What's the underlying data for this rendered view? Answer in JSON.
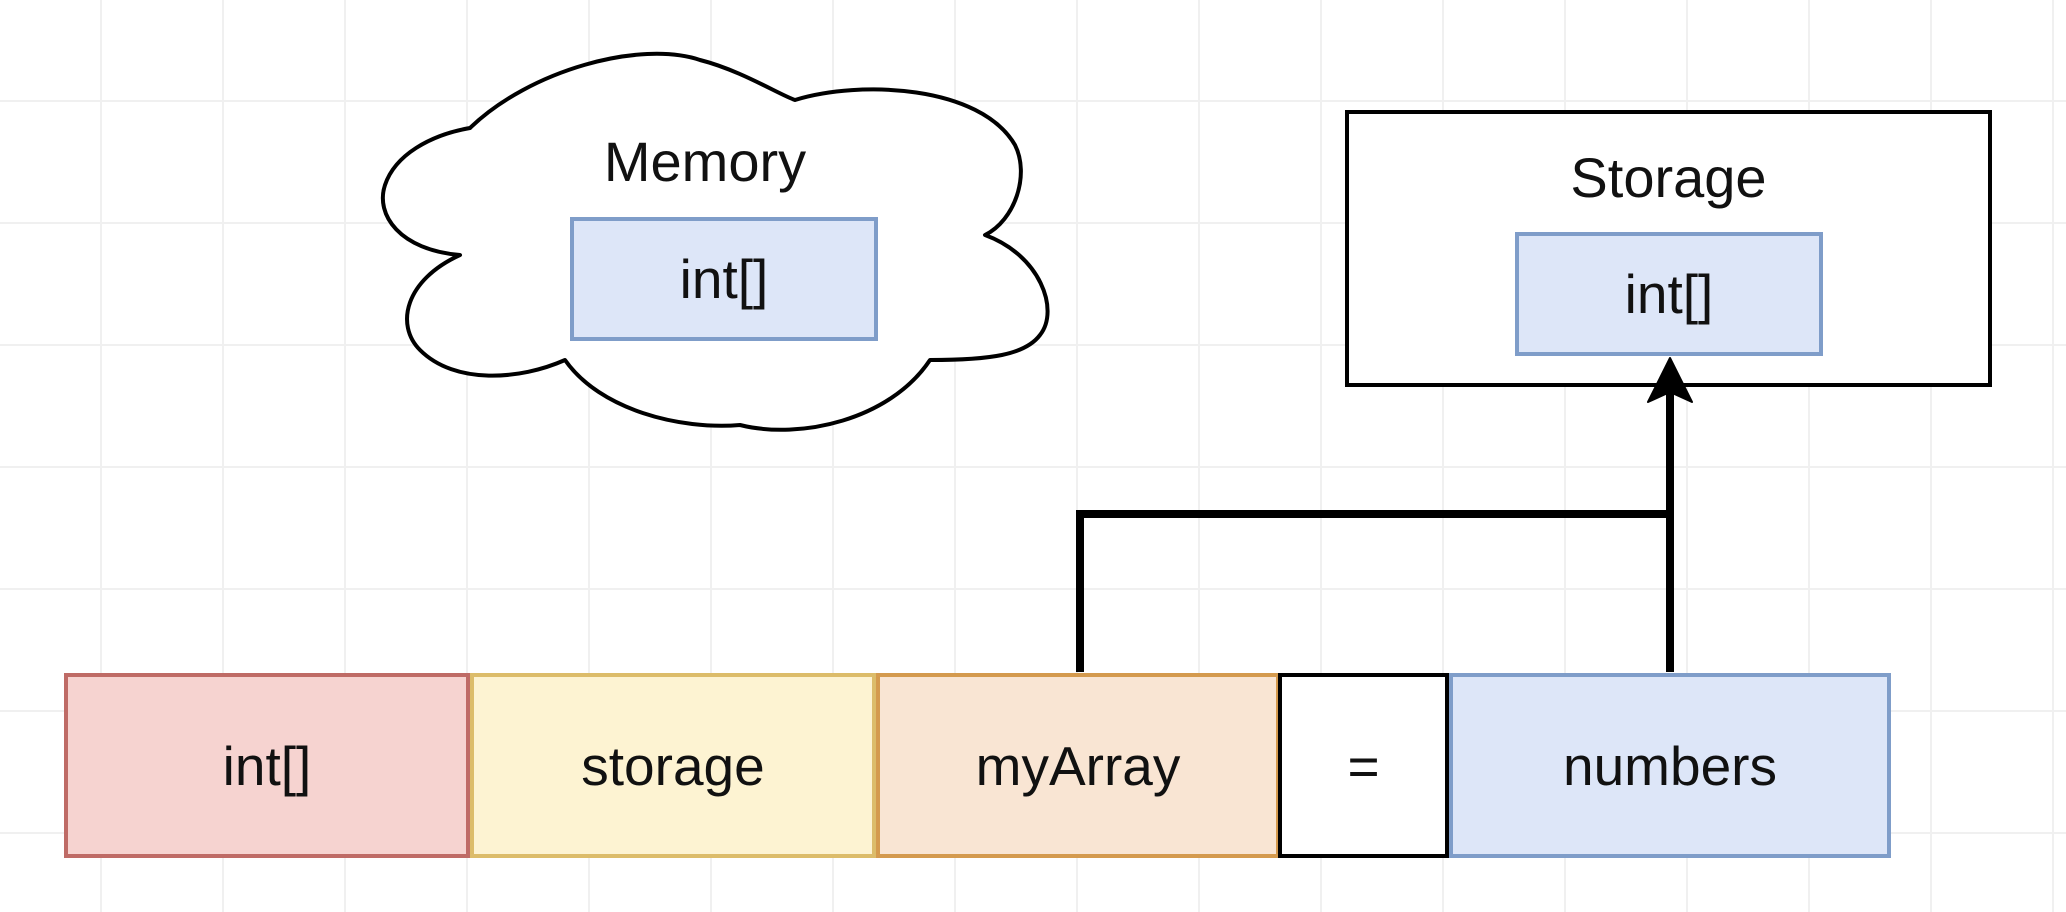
{
  "memory": {
    "title": "Memory",
    "item": "int[]"
  },
  "storage": {
    "title": "Storage",
    "item": "int[]"
  },
  "statement": {
    "type": "int[]",
    "location": "storage",
    "name": "myArray",
    "operator": "=",
    "value": "numbers"
  },
  "colors": {
    "type_fill": "#f6d3d0",
    "type_border": "#bf6b66",
    "location_fill": "#fdf3d2",
    "location_border": "#dcbc6a",
    "name_fill": "#f9e5d3",
    "name_border": "#d49a4e",
    "value_fill": "#dde6f8",
    "value_border": "#7f9dc9",
    "line": "#000000"
  }
}
